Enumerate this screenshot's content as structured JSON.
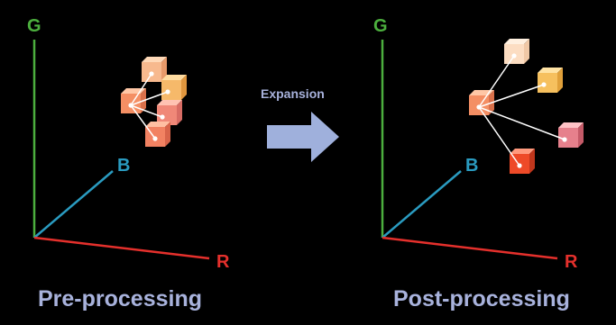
{
  "left_panel": {
    "axis_g": "G",
    "axis_b": "B",
    "axis_r": "R",
    "caption": "Pre-processing"
  },
  "right_panel": {
    "axis_g": "G",
    "axis_b": "B",
    "axis_r": "R",
    "caption": "Post-processing"
  },
  "arrow": {
    "label": "Expansion"
  },
  "colors": {
    "axis_g": "#4caf3e",
    "axis_b": "#2a9bc0",
    "axis_r": "#e5302c",
    "arrow": "#9fb0dc",
    "caption": "#a8b2dc"
  }
}
